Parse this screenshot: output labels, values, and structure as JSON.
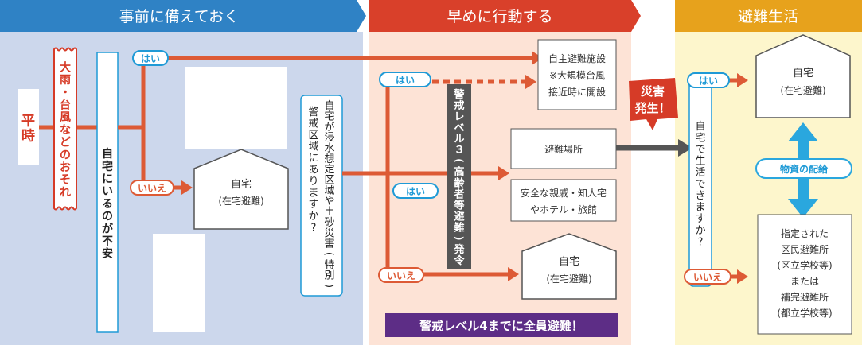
{
  "colors": {
    "panel1_bg": "#ccd7ec",
    "panel2_bg": "#fde3d6",
    "panel3_bg": "#fdf6cc",
    "header1": "#2f82c5",
    "header2": "#d9402a",
    "header3": "#e7a21c",
    "flow_orange": "#dd5a35",
    "label_blue": "#1f9ad6",
    "alert_red": "#d63b27",
    "dark_gray": "#555555",
    "purple": "#5d2d86",
    "cyan_arrow": "#2aa7de"
  },
  "headers": {
    "prepare": "事前に備えておく",
    "act_early": "早めに行動する",
    "evacuation_life": "避難生活"
  },
  "left": {
    "normal_time": "平時",
    "heavy_rain": "大雨・台風などのおそれ",
    "anxious_at_home": "自宅にいるのが不安",
    "hazard_question": [
      "自宅が浸水想定区域や土砂災害(特別)",
      "警戒区域にありますか?"
    ]
  },
  "labels": {
    "yes": "はい",
    "no": "いいえ"
  },
  "home": {
    "title": "自宅",
    "subtitle": "(在宅避難)"
  },
  "middle": {
    "alert_level3": "警戒レベル３(高齢者等避難)発令",
    "voluntary_shelter": [
      "自主避難施設",
      "※大規模台風",
      "接近時に開設"
    ],
    "evacuation_site": "避難場所",
    "relatives": [
      "安全な親戚・知人宅",
      "やホテル・旅館"
    ],
    "level4_banner": "警戒レベル4までに全員避難！"
  },
  "disaster": [
    "災害",
    "発生！"
  ],
  "right": {
    "live_at_home_question": "自宅で生活できますか?",
    "supplies": "物資の配給",
    "designated_shelter": [
      "指定された",
      "区民避難所",
      "(区立学校等)",
      "または",
      "補完避難所",
      "(都立学校等)"
    ]
  }
}
